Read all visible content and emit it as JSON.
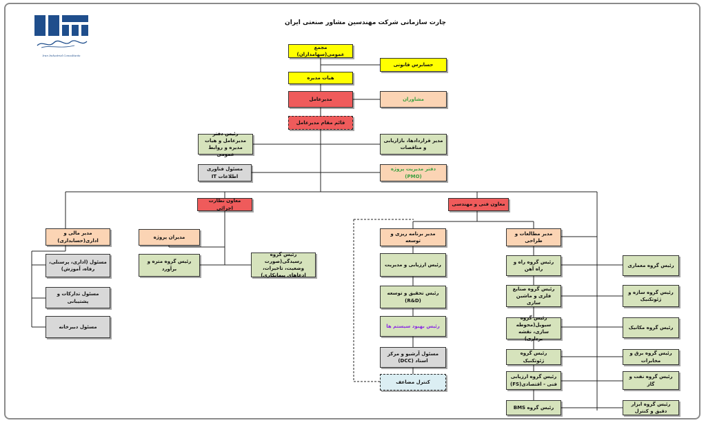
{
  "title": "چارت سازمانی شرکت مهندسین مشاور صنعتی ایران",
  "logo": {
    "caption": "Iran Industrial Consultants",
    "color": "#1f4e8c"
  },
  "nodes": {
    "general_assembly": "مجمع عمومی(سهامداران)",
    "legal_auditor": "حسابرس قانونی",
    "board": "هیات مدیره",
    "ceo": "مدیرعامل",
    "advisors": "مشاوران",
    "deputy_ceo": "قائم مقام مدیرعامل",
    "ceo_office": "رئیس دفتر مدیرعامل و هیات مدیره و روابط عمومی",
    "contracts_manager": "مدیر قراردادها، بازاریابی و مناقصات",
    "it_officer": "مسئول فناوری اطلاعات IT",
    "pmo": "دفتر مدیریت پروژه (PMO)",
    "deputy_supervision": "معاون نظارت اجرائی",
    "deputy_technical": "معاون فنی و مهندسی",
    "finance_manager": "مدیر مالی و اداری(حسابداری)",
    "admin_officer": "مسئول (اداری، پرسنلی، رفاه، آموزش)",
    "procurement_officer": "مسئول تدارکات و پشتیبانی",
    "secretariat_officer": "مسئول دبیرخانه",
    "project_managers": "مدیران پروژه",
    "metering_head": "رئیس گروه متره و برآورد",
    "claims_head": "رئیس گروه رسیدگی(صورت وضعیت، تاخیرات، ادعاهای پیمانکاری)",
    "planning_manager": "مدیر برنامه ریزی و توسعه",
    "evaluation_head": "رئیس ارزیابی و مدیریت",
    "rnd_head": "رئیس تحقیق و توسعه (R&D)",
    "systems_head": "رئیس بهبود سیستم ها",
    "dcc_officer": "مسئول آرشیو و مرکز اسناد (DCC)",
    "double_control": "کنترل مضاعف",
    "studies_manager": "مدیر مطالعات و طراحی",
    "road_rail_head": "رئیس گروه راه و راه آهن",
    "metal_industries_head": "رئیس گروه صنایع فلزی و ماشین سازی",
    "civil_head": "رئیس گروه سیویل(محوطه سازی، نقشه برداری)",
    "geotech_head": "رئیس گروه ژئوتکنیک",
    "feasibility_head": "رئیس گروه ارزیابی فنی - اقتصادی(FS)",
    "bms_head": "رئیس گروه BMS",
    "architecture_head": "رئیس گروه معماری",
    "structure_head": "رئیس گروه سازه و ژئوتکنیک",
    "mechanical_head": "رئیس گروه مکانیک",
    "electrical_head": "رئیس گروه برق و مخابرات",
    "oil_gas_head": "رئیس گروه نفت و گاز",
    "instrument_head": "رئیس گروه ابزار دقیق و کنترل"
  },
  "colors": {
    "yellow": "#ffff00",
    "red": "#ef5b5b",
    "peach": "#fbd4b4",
    "green": "#d6e3bc",
    "gray": "#d8d8d8",
    "blue": "#dbeef3",
    "line": "#222222"
  }
}
